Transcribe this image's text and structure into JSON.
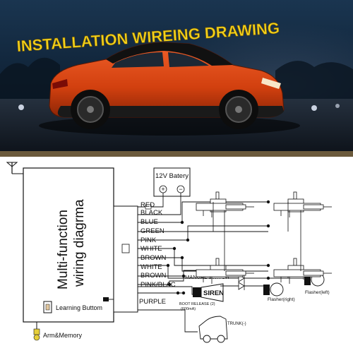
{
  "hero": {
    "title": "INSTALLATION WIREING  DRAWING",
    "title_color": "#f2d11c"
  },
  "module": {
    "title_line1": "Multi-function",
    "title_line2": "wiring diagrma",
    "learning_button": "Learning Buttom",
    "arm_memory": "Arm&Memory"
  },
  "battery": {
    "label": "12V Batery",
    "plus": "+",
    "minus": "−"
  },
  "wires": [
    {
      "label": "RED"
    },
    {
      "label": "BLACK"
    },
    {
      "label": "BLUE"
    },
    {
      "label": "GREEN"
    },
    {
      "label": "PINK"
    },
    {
      "label": "WHITE"
    },
    {
      "label": "BROWN"
    },
    {
      "label": "WHITE"
    },
    {
      "label": "BROWN"
    },
    {
      "label": "PINK/BLAC"
    },
    {
      "label": "PURPLE"
    }
  ],
  "components": {
    "manual_switch": "MANUAL SWITCH",
    "siren": "SIREN",
    "flasher_right": "Flasher(right)",
    "flasher_left": "Flasher(left)",
    "boot_release": "BOOT RELEASE (2)",
    "boot_release_current": "(600mA)",
    "trunk": "TRUNK(-)"
  },
  "colors": {
    "car_body": "#d2400f",
    "sky": "#0f2236",
    "road": "#1b2230",
    "line": "#111111"
  },
  "icons": [
    "antenna-icon",
    "battery-icon",
    "door-actuator-icon",
    "siren-icon",
    "flasher-icon",
    "car-trunk-icon",
    "led-icon",
    "diode-icon"
  ]
}
